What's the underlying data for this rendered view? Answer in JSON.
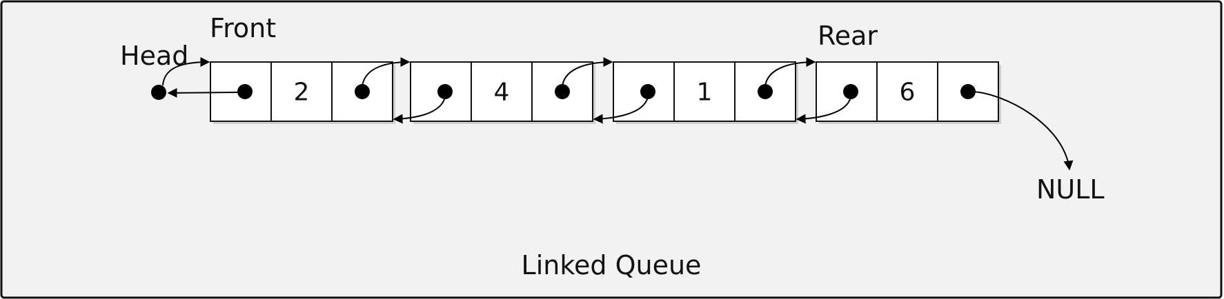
{
  "diagram": {
    "caption": "Linked Queue",
    "labels": {
      "head": "Head",
      "front": "Front",
      "rear": "Rear",
      "null": "NULL"
    },
    "nodes": [
      {
        "value": "2"
      },
      {
        "value": "4"
      },
      {
        "value": "1"
      },
      {
        "value": "6"
      }
    ],
    "colors": {
      "frame_fill": "#f2f2f2",
      "stroke": "#111111",
      "cell_fill": "#ffffff"
    }
  }
}
